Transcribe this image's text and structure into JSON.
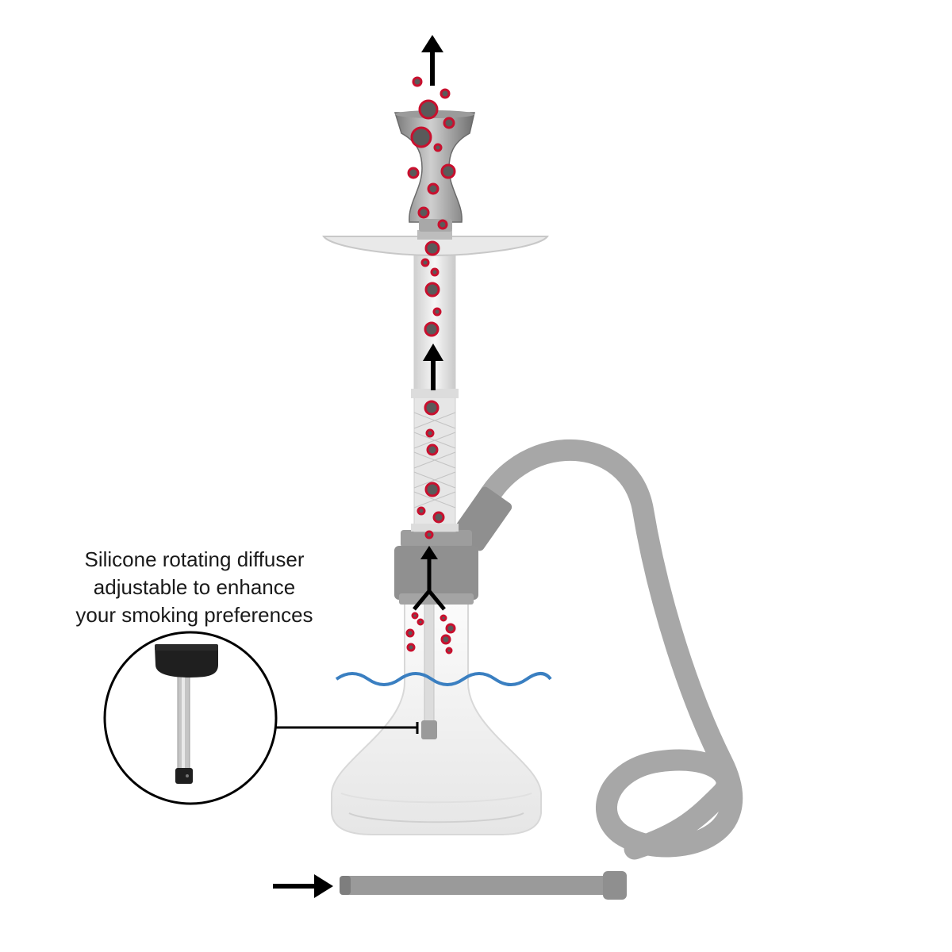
{
  "callout": {
    "line1": "Silicone rotating diffuser",
    "line2": "adjustable to enhance",
    "line3": "your smoking preferences"
  },
  "colors": {
    "bubble_fill": "#5a5a5a",
    "bubble_ring": "#c8102e",
    "water_line": "#3a7fc1",
    "hose": "#a7a7a7",
    "hose_dark": "#8f8f8f",
    "arrow": "#000000",
    "glass": "#e3e3e3"
  },
  "icons": [
    "up-arrow-icon",
    "right-arrow-icon",
    "split-arrow-icon",
    "water-wave-icon",
    "smoke-bubble-icon"
  ]
}
